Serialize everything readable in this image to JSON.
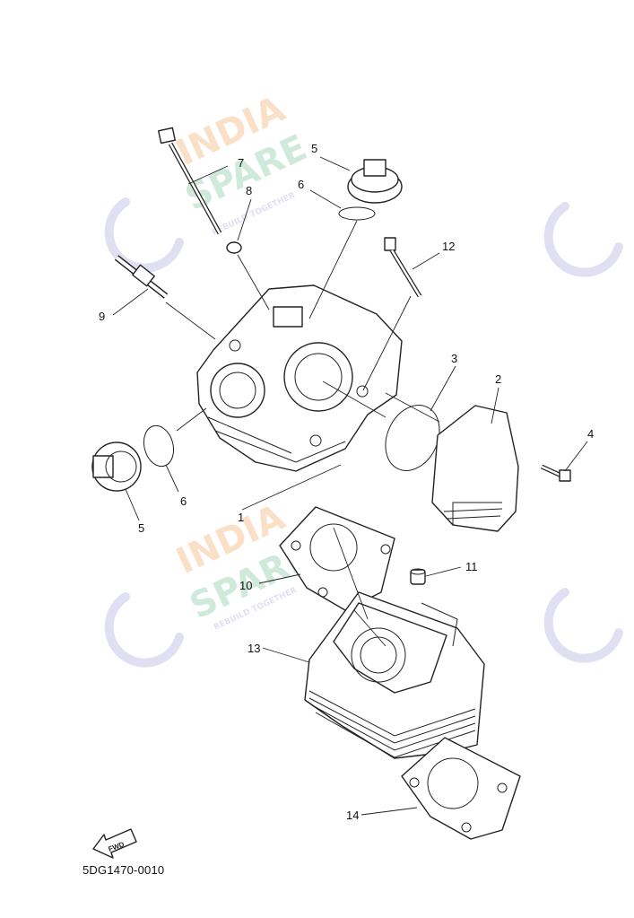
{
  "figure_code": "5DG1470-0010",
  "fwd_label": "FWD",
  "watermark": {
    "line1": "INDIA",
    "line2": "SPARE",
    "tagline": "REBUILD TOGETHER",
    "colors": {
      "orange": "#f6c79a",
      "green": "#a9d9bf",
      "blue": "#c9c7ea"
    }
  },
  "callouts": {
    "c1": "1",
    "c2": "2",
    "c3": "3",
    "c4": "4",
    "c5a": "5",
    "c5b": "5",
    "c6a": "6",
    "c6b": "6",
    "c7": "7",
    "c8": "8",
    "c9": "9",
    "c10": "10",
    "c11": "11",
    "c12": "12",
    "c13": "13",
    "c14": "14"
  }
}
